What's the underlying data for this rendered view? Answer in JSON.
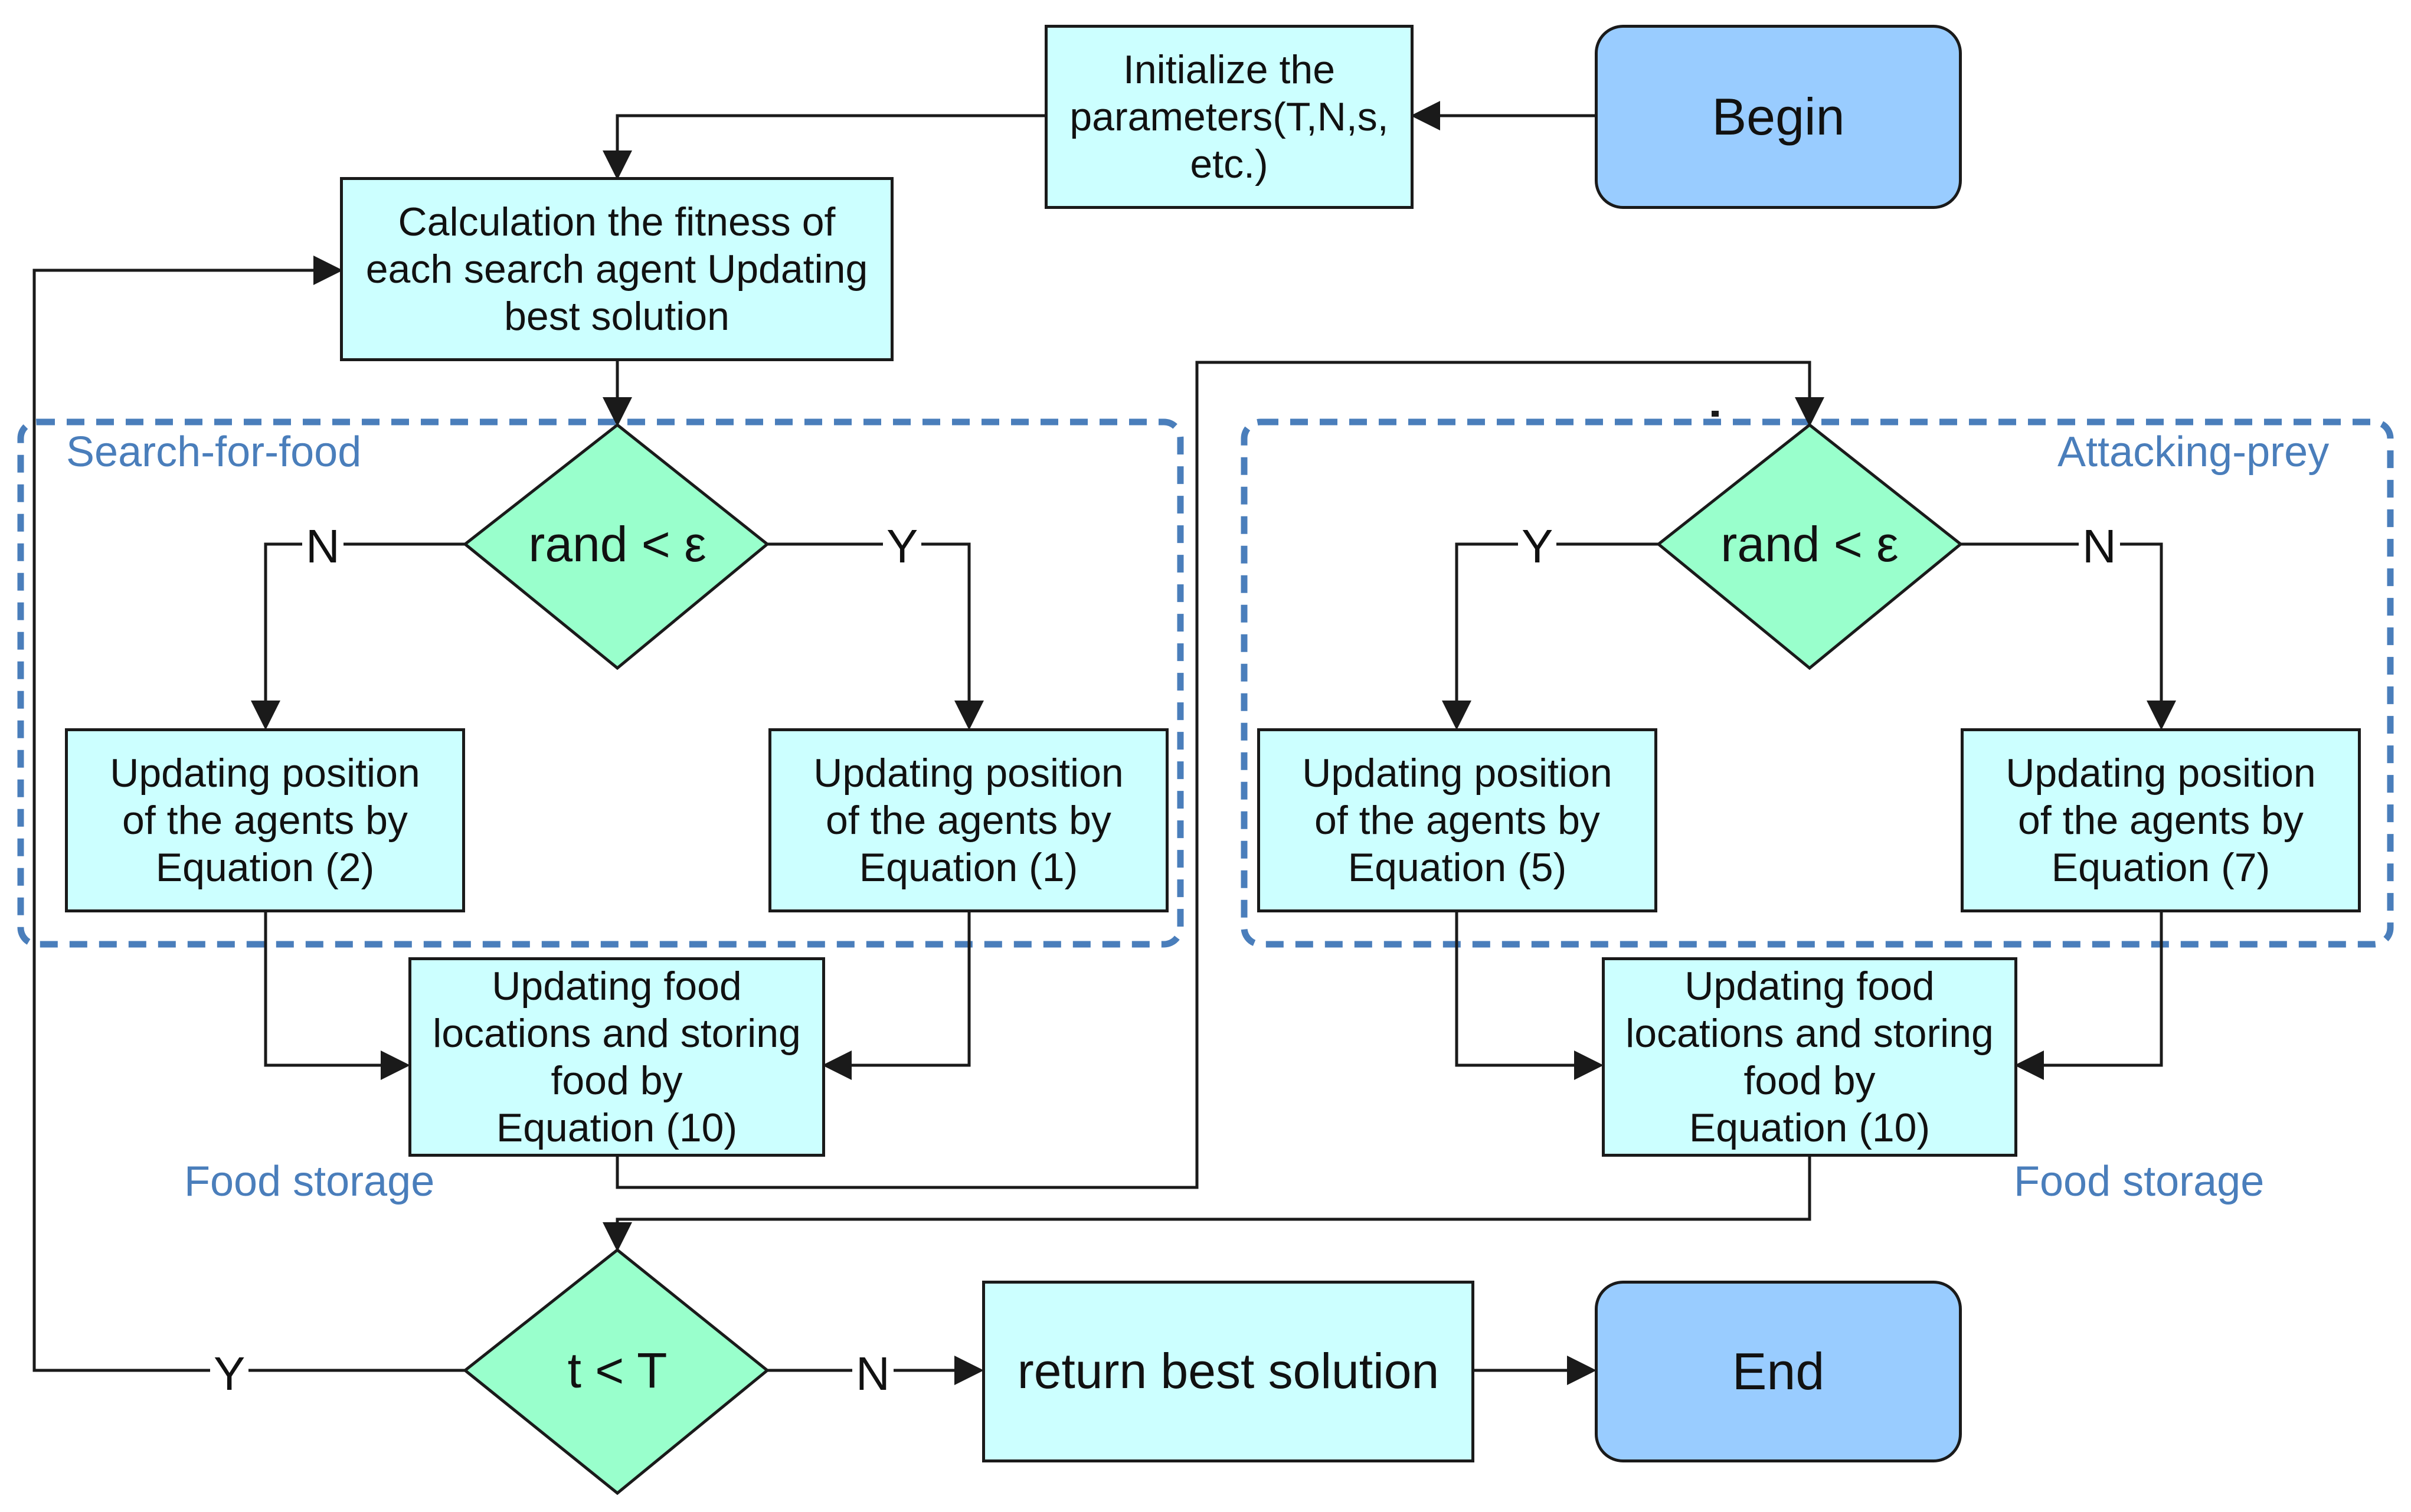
{
  "colors": {
    "process_fill": "#ccffff",
    "decision_fill": "#99ffcc",
    "terminal_fill": "#99ccff",
    "group_border": "#4a7ebb",
    "line": "#1a1a1a"
  },
  "nodes": {
    "begin": "Begin",
    "init": "Initialize the\nparameters(T,N,s,\netc.)",
    "fitness": "Calculation the fitness of\neach search agent Updating\nbest solution",
    "decision_left": "rand < ε",
    "decision_right": "rand < ε",
    "eq2": "Updating position\nof the agents by\nEquation (2)",
    "eq1": "Updating position\nof the agents by\nEquation (1)",
    "eq5": "Updating position\nof the agents by\nEquation (5)",
    "eq7": "Updating position\nof the agents by\nEquation (7)",
    "food_left": "Updating food\nlocations and storing\nfood  by\nEquation (10)",
    "food_right": "Updating food\nlocations and storing\nfood  by\nEquation (10)",
    "decision_t": "t < T",
    "return": "return best solution",
    "end": "End"
  },
  "edge_labels": {
    "left_n": "N",
    "left_y": "Y",
    "right_y": "Y",
    "right_n": "N",
    "loop_y": "Y",
    "exit_n": "N"
  },
  "regions": {
    "search": "Search-for-food",
    "attacking": "Attacking-prey",
    "food_storage_left": "Food storage",
    "food_storage_right": "Food storage"
  }
}
